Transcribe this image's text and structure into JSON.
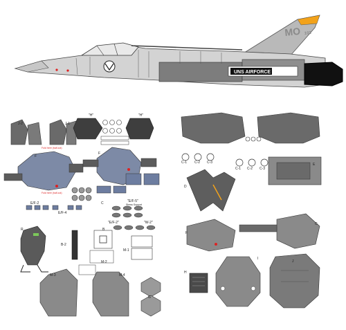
{
  "jet": {
    "tail_code": "MO",
    "tail_number": "103",
    "fuselage_text": "UNS AIRFORCE"
  },
  "left_sheet": {
    "labels": {
      "j2": "J-2",
      "j1": "J-1",
      "h_quote_a": "\"H\"",
      "h_quote_b": "\"H\"",
      "f_left": "F",
      "f_right": "F",
      "e2": "E/F-2",
      "c": "C",
      "e4": "E/F-4",
      "ef5": "\"E/F-5\"",
      "ef5_sub": "Stress Support",
      "ef2b": "\"E/F-2\"",
      "w2": "\"W-2\"",
      "r": "R",
      "b": "B",
      "b2": "B-2",
      "m1": "M-1",
      "m2": "M-2",
      "m3": "M-3",
      "m4": "M-4",
      "g": "G"
    },
    "red_notes": {
      "n1": "Fold here (half-cut)",
      "n2": "Fold here (half-cut)"
    }
  },
  "right_sheet": {
    "labels": {
      "c1a": "C-1",
      "c2a": "C-2",
      "c3a": "C-3",
      "c1b": "C-1",
      "c2b": "C-2",
      "c3b": "C-3",
      "e": "E",
      "d": "D",
      "f": "F",
      "g": "G",
      "h": "H",
      "i": "I",
      "j": "J"
    }
  },
  "colors": {
    "panel": "#6a6a6a",
    "panel_dark": "#4a4a4a",
    "panel_light": "#8c8c8c",
    "jet_body": "#d6d6d6",
    "tail_stripe": "#f2a21a",
    "accent_red": "#d22222",
    "blue_part": "#7a8fb0",
    "outline": "#333333"
  }
}
